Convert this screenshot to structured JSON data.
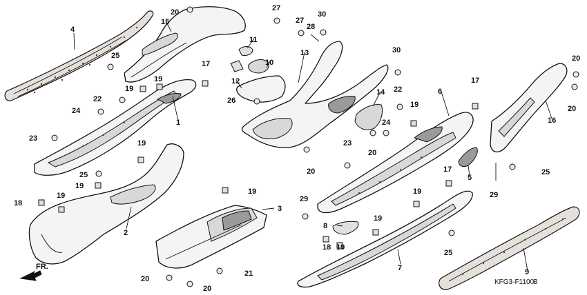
{
  "diagram": {
    "callouts": {
      "c1": "1",
      "c2": "2",
      "c3": "3",
      "c4": "4",
      "c5": "5",
      "c6": "6",
      "c7": "7",
      "c8": "8",
      "c9": "9",
      "c10": "10",
      "c11": "11",
      "c12": "12",
      "c13": "13",
      "c14": "14",
      "c15": "15",
      "c16": "16",
      "c17a": "17",
      "c17b": "17",
      "c17c": "17",
      "c18a": "18",
      "c18b": "18",
      "c19a": "19",
      "c19b": "19",
      "c19c": "19",
      "c19d": "19",
      "c19e": "19",
      "c19f": "19",
      "c19g": "19",
      "c19h": "19",
      "c19i": "19",
      "c20a": "20",
      "c20b": "20",
      "c20c": "20",
      "c20d": "20",
      "c20e": "20",
      "c20f": "20",
      "c20g": "20",
      "c21": "21",
      "c22a": "22",
      "c22b": "22",
      "c23a": "23",
      "c23b": "23",
      "c24a": "24",
      "c24b": "24",
      "c25a": "25",
      "c25b": "25",
      "c25c": "25",
      "c25d": "25",
      "c26": "26",
      "c27a": "27",
      "c27b": "27",
      "c28": "28",
      "c29a": "29",
      "c29b": "29",
      "c30a": "30",
      "c30b": "30"
    },
    "front_marker": "FR.",
    "figure_code": "KFG3-F1100",
    "figure_code_suffix": "B"
  }
}
